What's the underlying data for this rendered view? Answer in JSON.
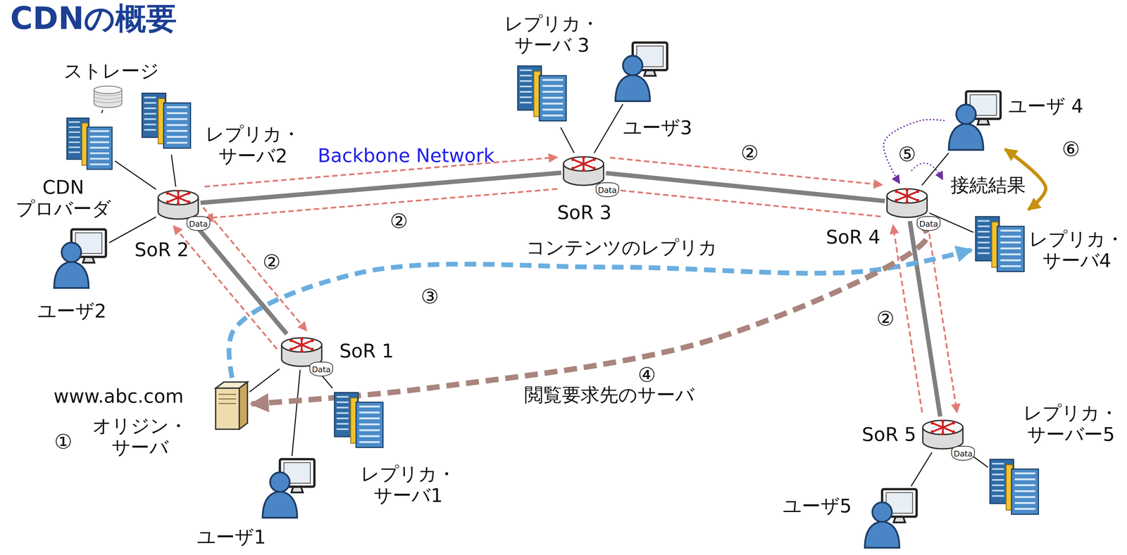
{
  "diagram": {
    "title": "CDNの概要",
    "nodes": [
      {
        "text": [
          "ストレージ"
        ]
      },
      {
        "text": [
          "CDN プロバーダ"
        ]
      },
      {
        "text": [
          "レプリカ・ サーバ2"
        ]
      },
      {
        "text": [
          "SoR 2"
        ]
      },
      {
        "text": [
          "ユーザ2"
        ]
      },
      {
        "text": [
          "レプリカ・ サーバ 3"
        ]
      },
      {
        "text": [
          "ユーザ3"
        ]
      },
      {
        "text": [
          "SoR 3"
        ]
      },
      {
        "text": [
          "SoR 4"
        ]
      },
      {
        "text": [
          "ユーザ 4"
        ]
      },
      {
        "text": [
          "レプリカ・ サーバ4"
        ]
      },
      {
        "text": [
          "SoR 1"
        ]
      },
      {
        "text": [
          "www.abc.com",
          "オリジン・ サーバ"
        ]
      },
      {
        "text": [
          "ユーザ1"
        ]
      },
      {
        "text": [
          "レプリカ・ サーバ1"
        ]
      },
      {
        "text": [
          "SoR 5"
        ]
      },
      {
        "text": [
          "ユーザ5"
        ]
      },
      {
        "text": [
          "レプリカ・ サーバー5"
        ]
      }
    ],
    "edges": [
      {
        "from": 0,
        "to": 1,
        "arrow": "none"
      },
      {
        "from": 1,
        "to": 3,
        "arrow": "none"
      },
      {
        "from": 2,
        "to": 3,
        "arrow": "none"
      },
      {
        "from": 4,
        "to": 3,
        "arrow": "none"
      },
      {
        "from": 3,
        "to": 7,
        "arrow": "none"
      },
      {
        "from": 7,
        "to": 8,
        "arrow": "none"
      },
      {
        "from": 3,
        "to": 11,
        "arrow": "none"
      },
      {
        "from": 8,
        "to": 15,
        "arrow": "none"
      },
      {
        "from": 7,
        "to": 5,
        "arrow": "none"
      },
      {
        "from": 7,
        "to": 6,
        "arrow": "none"
      },
      {
        "from": 8,
        "to": 9,
        "arrow": "none"
      },
      {
        "from": 8,
        "to": 10,
        "arrow": "none"
      },
      {
        "from": 11,
        "to": 12,
        "arrow": "none"
      },
      {
        "from": 11,
        "to": 13,
        "arrow": "none"
      },
      {
        "from": 11,
        "to": 14,
        "arrow": "none"
      },
      {
        "from": 15,
        "to": 16,
        "arrow": "none"
      },
      {
        "from": 15,
        "to": 17,
        "arrow": "none"
      },
      {
        "from": 3,
        "to": 7,
        "arrow": "to"
      },
      {
        "from": 7,
        "to": 3,
        "arrow": "to"
      },
      {
        "from": 7,
        "to": 8,
        "arrow": "to"
      },
      {
        "from": 8,
        "to": 7,
        "arrow": "to"
      },
      {
        "from": 3,
        "to": 11,
        "arrow": "to"
      },
      {
        "from": 11,
        "to": 3,
        "arrow": "to"
      },
      {
        "from": 8,
        "to": 15,
        "arrow": "to"
      },
      {
        "from": 15,
        "to": 8,
        "arrow": "to"
      },
      {
        "from": 12,
        "to": 10,
        "label": "コンテンツのレプリカ",
        "arrow": "to"
      },
      {
        "from": 8,
        "to": 12,
        "label": "閲覧要求先のサーバ",
        "arrow": "to"
      },
      {
        "from": 9,
        "to": 8,
        "arrow": "to"
      },
      {
        "from": 9,
        "to": 10,
        "arrow": "both"
      }
    ],
    "labels": [
      "①",
      "②",
      "②",
      "②",
      "②",
      "③",
      "④",
      "⑤",
      "⑥",
      "Backbone Network",
      "接続結果",
      "Data",
      "Data",
      "Data",
      "Data",
      "Data"
    ]
  }
}
